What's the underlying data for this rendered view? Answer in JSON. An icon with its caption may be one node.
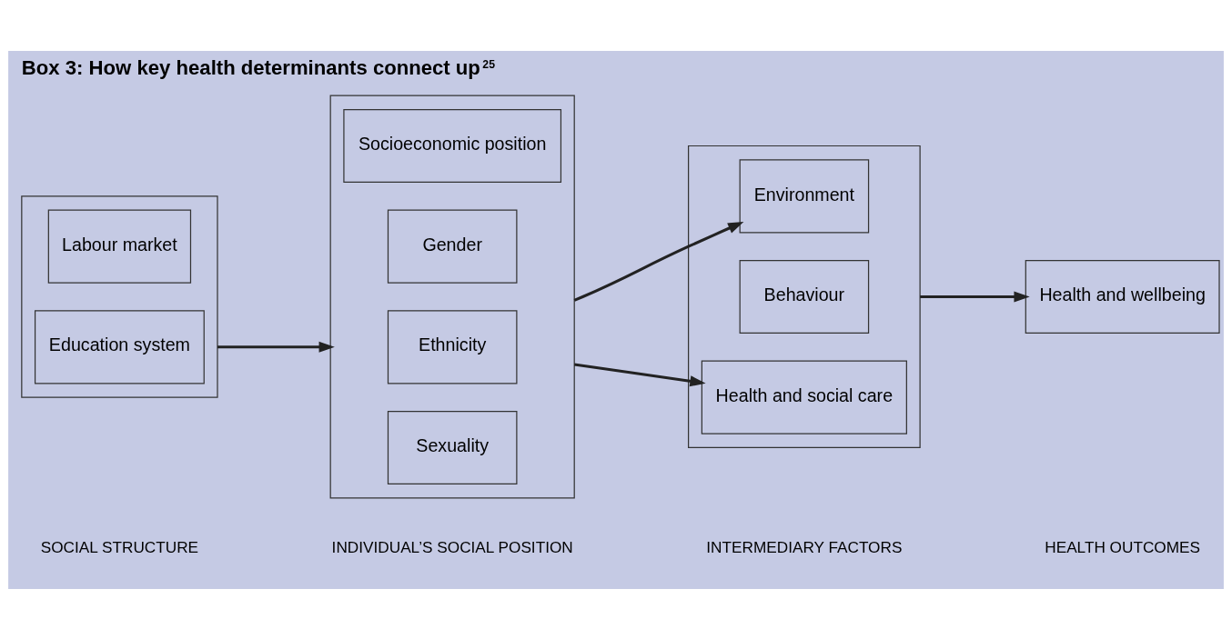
{
  "diagram": {
    "title": "Box 3: How key health determinants connect up$^{25}$",
    "nodes": [
      {
        "text": [],
        "shape": "box"
      },
      {
        "text": [
          "Labour market"
        ],
        "in": 0
      },
      {
        "text": [
          "Education system"
        ],
        "in": 0
      },
      {
        "text": [],
        "shape": "box"
      },
      {
        "text": [
          "Socioeconomic position"
        ],
        "in": 3
      },
      {
        "text": [
          "Gender"
        ],
        "in": 3
      },
      {
        "text": [
          "Ethnicity"
        ],
        "in": 3
      },
      {
        "text": [
          "Sexuality"
        ],
        "in": 3
      },
      {
        "text": [],
        "shape": "box"
      },
      {
        "text": [
          "Environment"
        ],
        "in": 8
      },
      {
        "text": [
          "Behaviour"
        ],
        "in": 8
      },
      {
        "text": [
          "Health and social care"
        ],
        "in": 8
      },
      {
        "text": [
          "Health and wellbeing"
        ]
      }
    ],
    "edges": [
      {
        "from": 0,
        "to": 3,
        "arrow": "to"
      },
      {
        "from": 3,
        "to": 9,
        "arrow": "to"
      },
      {
        "from": 3,
        "to": 11,
        "arrow": "to"
      },
      {
        "from": 8,
        "to": 12,
        "arrow": "to"
      }
    ],
    "labels": [
      "SOCIAL STRUCTURE",
      "INDIVIDUAL’S SOCIAL POSITION",
      "INTERMEDIARY FACTORS",
      "HEALTH OUTCOMES"
    ]
  }
}
